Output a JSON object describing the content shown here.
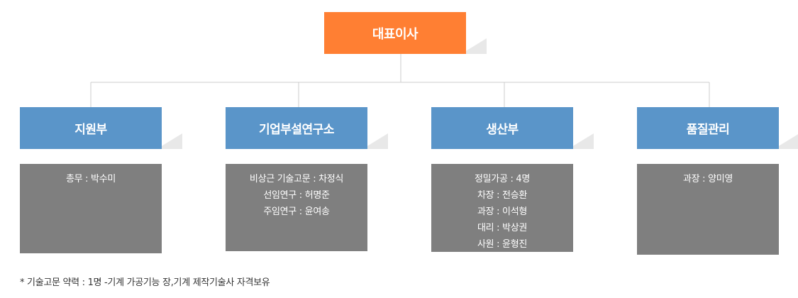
{
  "ceo": {
    "label": "대표이사"
  },
  "departments": [
    {
      "name": "지원부",
      "members": [
        "총무 : 박수미"
      ]
    },
    {
      "name": "기업부설연구소",
      "members": [
        "비상근 기술고문 : 차정식",
        "선임연구 : 허명준",
        "주임연구 : 윤여송"
      ]
    },
    {
      "name": "생산부",
      "members": [
        "정밀가공 : 4명",
        "차장 : 전승환",
        "과장 : 이석형",
        "대리 : 박상권",
        "사원 : 윤형진"
      ]
    },
    {
      "name": "품질관리",
      "members": [
        "과장 : 양미영"
      ]
    }
  ],
  "footnote": "* 기술고문 약력 :  1명 -기계 가공기능 장,기계 제작기술사 자격보유",
  "colors": {
    "ceo": "#ff7f33",
    "department": "#5a95c9",
    "members_box": "#7f7f7f",
    "connector": "#cccccc"
  }
}
